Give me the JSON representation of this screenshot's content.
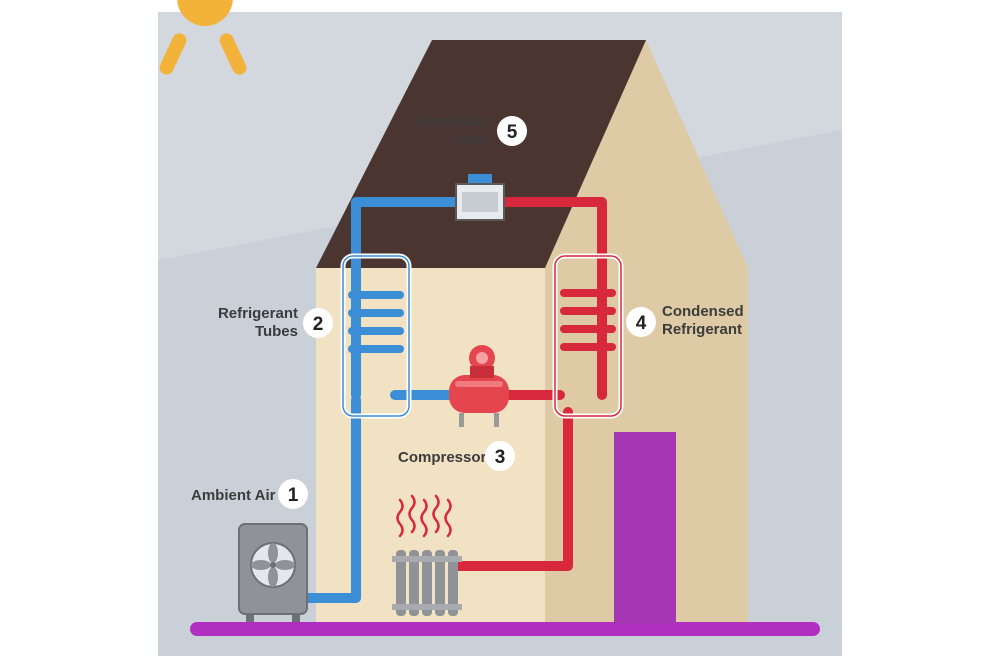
{
  "labels": {
    "ambient_air": {
      "number": "1",
      "text": "Ambient Air"
    },
    "refrigerant_tubes": {
      "number": "2",
      "line1": "Refrigerant",
      "line2": "Tubes"
    },
    "compressor": {
      "number": "3",
      "text": "Compressor"
    },
    "condensed_refrigerant": {
      "number": "4",
      "line1": "Condensed",
      "line2": "Refrigerant"
    },
    "expansion_valve": {
      "number": "5",
      "line1": "Expansion",
      "line2": "Valve"
    }
  },
  "colors": {
    "sky": "#c9d0d8",
    "house_wall": "#f1e2c4",
    "house_side": "#decaa4",
    "roof": "#4b3530",
    "cold_pipe": "#3c8fd6",
    "hot_pipe": "#d8283c",
    "door": "#a637b4",
    "ground": "#b12fc0",
    "sun": "#f3b23a"
  }
}
